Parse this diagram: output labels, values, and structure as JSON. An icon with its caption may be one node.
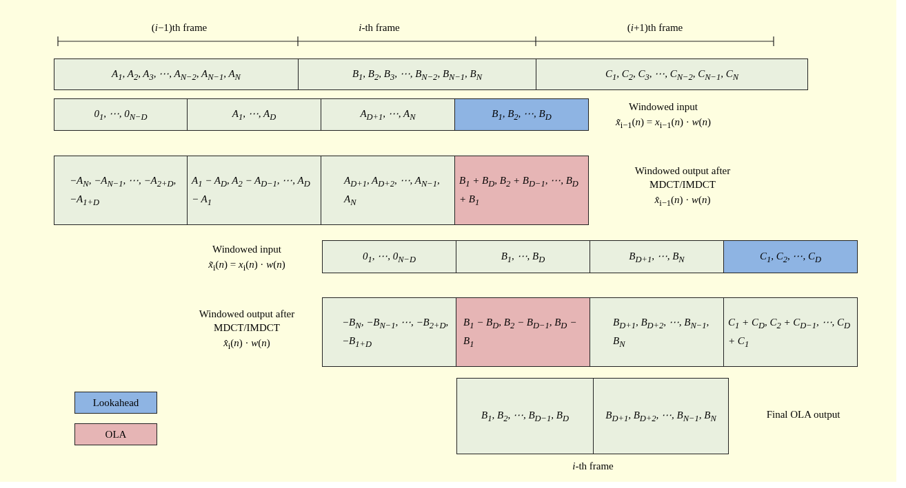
{
  "diagram": {
    "nodes": [
      {
        "text": [
          "A$_{1}$, A$_{2}$, A$_{3}$, ⋯, A$_{N−2}$, A$_{N−1}$, A$_{N}$"
        ]
      },
      {
        "text": [
          "B$_{1}$, B$_{2}$, B$_{3}$, ⋯, B$_{N−2}$, B$_{N−1}$, B$_{N}$"
        ]
      },
      {
        "text": [
          "C$_{1}$, C$_{2}$, C$_{3}$, ⋯, C$_{N−2}$, C$_{N−1}$, C$_{N}$"
        ]
      },
      {
        "text": [
          "0$_{1}$, ⋯, 0$_{N−D}$"
        ]
      },
      {
        "text": [
          "A$_{1}$, ⋯, A$_{D}$"
        ]
      },
      {
        "text": [
          "A$_{D+1}$, ⋯, A$_{N}$"
        ]
      },
      {
        "text": [
          "B$_{1}$, B$_{2}$, ⋯, B$_{D}$"
        ]
      },
      {
        "text": [
          "−A$_{N}$, −A$_{N−1}$, ⋯, −A$_{2+D}$, −A$_{1+D}$"
        ]
      },
      {
        "text": [
          "A$_{1}$ − A$_{D}$, A$_{2}$ − A$_{D−1}$, ⋯, A$_{D}$ − A$_{1}$"
        ]
      },
      {
        "text": [
          "A$_{D+1}$, A$_{D+2}$, ⋯, A$_{N−1}$, A$_{N}$"
        ]
      },
      {
        "text": [
          "B$_{1}$ + B$_{D}$, B$_{2}$ + B$_{D−1}$, ⋯, B$_{D}$ + B$_{1}$"
        ]
      },
      {
        "text": [
          "0$_{1}$, ⋯, 0$_{N−D}$"
        ]
      },
      {
        "text": [
          "B$_{1}$, ⋯, B$_{D}$"
        ]
      },
      {
        "text": [
          "B$_{D+1}$, ⋯, B$_{N}$"
        ]
      },
      {
        "text": [
          "C$_{1}$, C$_{2}$, ⋯, C$_{D}$"
        ]
      },
      {
        "text": [
          "−B$_{N}$, −B$_{N−1}$, ⋯, −B$_{2+D}$, −B$_{1+D}$"
        ]
      },
      {
        "text": [
          "B$_{1}$ − B$_{D}$, B$_{2}$ − B$_{D−1}$, B$_{D}$ − B$_{1}$"
        ]
      },
      {
        "text": [
          "B$_{D+1}$, B$_{D+2}$, ⋯, B$_{N−1}$, B$_{N}$"
        ]
      },
      {
        "text": [
          "C$_{1}$ + C$_{D}$, C$_{2}$ + C$_{D−1}$, ⋯, C$_{D}$ + C$_{1}$"
        ]
      },
      {
        "text": [
          "B$_{1}$, B$_{2}$, ⋯, B$_{D−1}$, B$_{D}$"
        ]
      },
      {
        "text": [
          "B$_{D+1}$, B$_{D+2}$, ⋯, B$_{N−1}$, B$_{N}$"
        ]
      }
    ],
    "edges": [],
    "labels": [
      "(*i*−1)th frame",
      "*i*-th frame",
      "(*i*+1)th frame",
      "Windowed input",
      "*x̃*$_{i−1}$(*n*) = *x*$_{i−1}$(*n*) · *w*(*n*)",
      "Windowed output after MDCT/IMDCT",
      "*x̂*$_{i−1}$(*n*) · *w*(*n*)",
      "Windowed input",
      "*x̃*$_{i}$(*n*) = *x*$_{i}$(*n*) · *w*(*n*)",
      "Windowed output after MDCT/IMDCT",
      "*x̂*$_{i}$(*n*) · *w*(*n*)",
      "Final OLA output",
      "*i*-th frame"
    ],
    "legend": [
      {
        "text": "Lookahead",
        "color": "#8eb4e3"
      },
      {
        "text": "OLA",
        "color": "#e6b5b5"
      }
    ]
  }
}
